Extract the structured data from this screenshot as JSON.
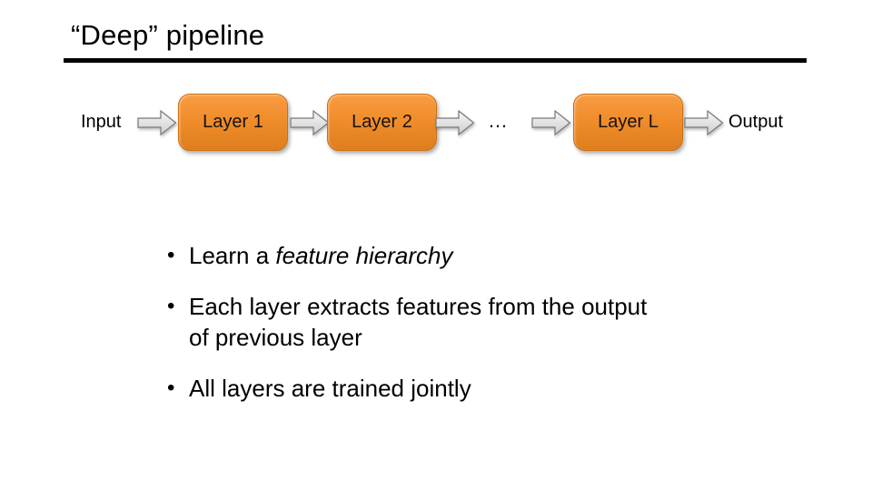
{
  "slide": {
    "title": "“Deep” pipeline",
    "background_color": "#FFFFFF",
    "title_color": "#000000",
    "rule_color": "#000000"
  },
  "diagram": {
    "input_label": "Input",
    "output_label": "Output",
    "ellipsis": "…",
    "layers": [
      "Layer 1",
      "Layer 2",
      "Layer L"
    ],
    "arrow_icon": "right-block-arrow",
    "box_colors": {
      "top": "#F99C42",
      "mid": "#EE8A28",
      "bottom": "#DD7E1E",
      "border": "#C96F12"
    },
    "arrow_colors": {
      "fill_top": "#F7F7F7",
      "fill_bottom": "#CDCDCD",
      "stroke": "#7A7A7A"
    }
  },
  "bullets": {
    "marker": "•",
    "items": [
      {
        "prefix": "Learn a ",
        "emphasis": "feature hierarchy"
      },
      {
        "line1": "Each layer extracts features from the output",
        "line2": "of previous layer"
      },
      {
        "text": "All layers are trained jointly"
      }
    ]
  }
}
